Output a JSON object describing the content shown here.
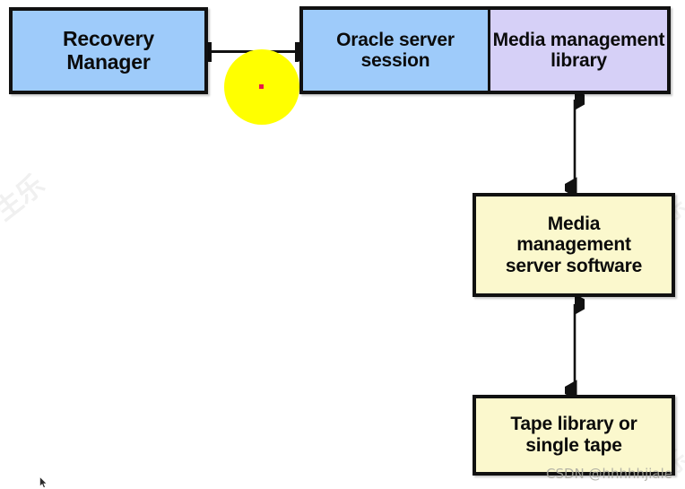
{
  "diagram": {
    "title": "Recovery Manager media management architecture",
    "nodes": {
      "recovery_manager": {
        "label": "Recovery\nManager",
        "fill": "#9ecbfa"
      },
      "oracle_server_session": {
        "label": "Oracle server\nsession",
        "fill": "#9ecbfa"
      },
      "media_management_library": {
        "label": "Media\nmanagement\nlibrary",
        "fill": "#d6d0f7"
      },
      "media_management_server_software": {
        "label": "Media\nmanagement\nserver software",
        "fill": "#fbf8cd"
      },
      "tape_library": {
        "label": "Tape library or\nsingle tape",
        "fill": "#fbf8cd"
      }
    },
    "connectors": [
      {
        "name": "recovery-manager-to-oracle-server-session",
        "orientation": "horizontal",
        "heads": "both"
      },
      {
        "name": "media-management-library-to-server-software",
        "orientation": "vertical",
        "heads": "both"
      },
      {
        "name": "server-software-to-tape-library",
        "orientation": "vertical",
        "heads": "both"
      }
    ],
    "annotations": {
      "highlight_circle_color": "#ffff00",
      "highlight_dot_color": "#e8174a"
    }
  },
  "watermarks": {
    "csdn": "CSDN @hhhhhjiale",
    "cjk_left": "生乐",
    "cjk_right": "乐",
    "cjk_right_lower": "乐"
  }
}
